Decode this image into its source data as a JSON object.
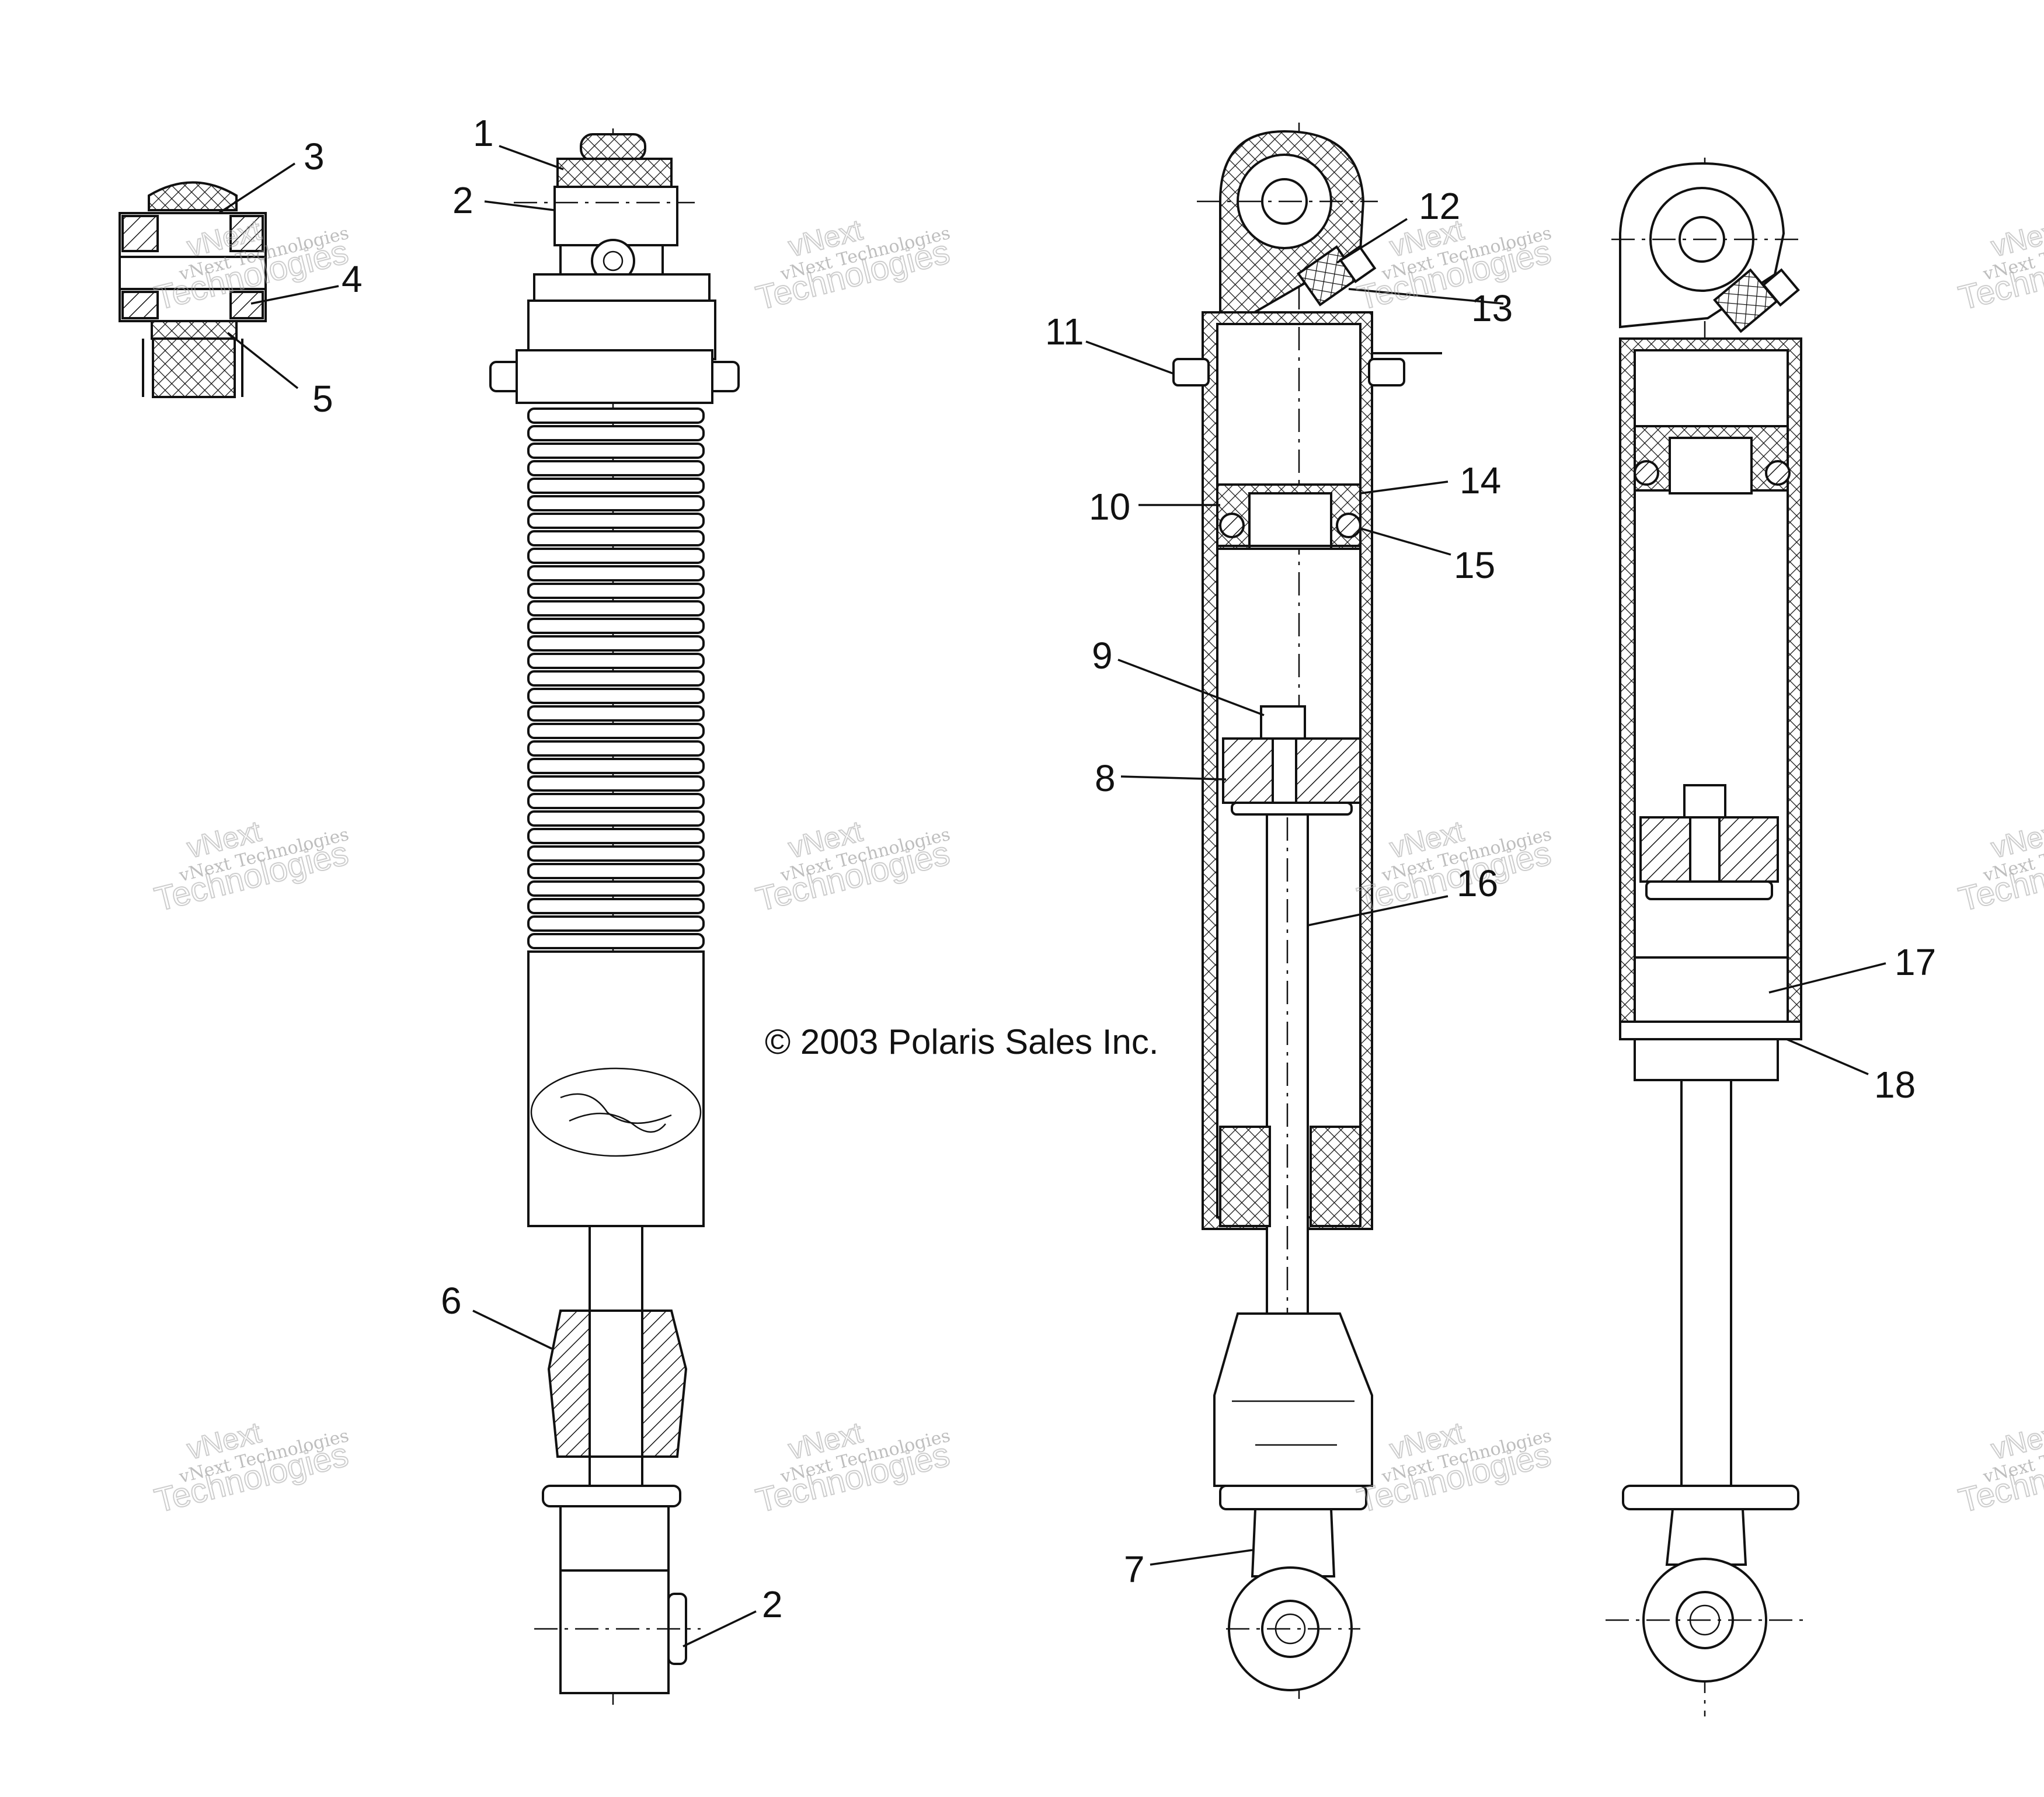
{
  "diagram": {
    "copyright": "© 2003 Polaris Sales Inc.",
    "watermark": {
      "line1": "vNext Technologies",
      "line2": "vNext",
      "line3": "Technologies"
    },
    "callouts": [
      {
        "id": "c1",
        "label": "1"
      },
      {
        "id": "c2a",
        "label": "2"
      },
      {
        "id": "c3",
        "label": "3"
      },
      {
        "id": "c4",
        "label": "4"
      },
      {
        "id": "c5",
        "label": "5"
      },
      {
        "id": "c6",
        "label": "6"
      },
      {
        "id": "c2b",
        "label": "2"
      },
      {
        "id": "c11",
        "label": "11"
      },
      {
        "id": "c12",
        "label": "12"
      },
      {
        "id": "c13",
        "label": "13"
      },
      {
        "id": "c14",
        "label": "14"
      },
      {
        "id": "c10",
        "label": "10"
      },
      {
        "id": "c15",
        "label": "15"
      },
      {
        "id": "c9",
        "label": "9"
      },
      {
        "id": "c8",
        "label": "8"
      },
      {
        "id": "c16",
        "label": "16"
      },
      {
        "id": "c7",
        "label": "7"
      },
      {
        "id": "c17",
        "label": "17"
      },
      {
        "id": "c18",
        "label": "18"
      }
    ]
  }
}
